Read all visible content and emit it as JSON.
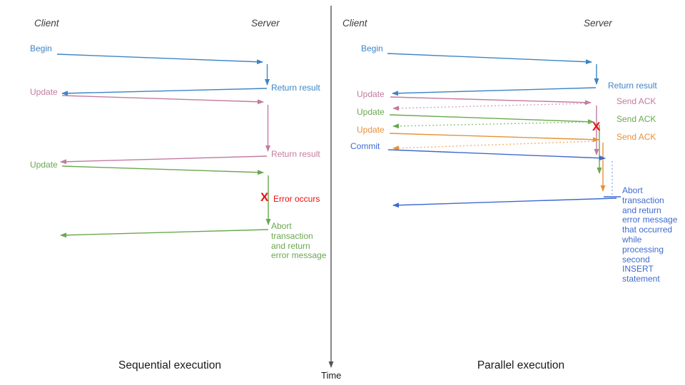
{
  "palette": {
    "blue": "#3d85c6",
    "royal_blue": "#3f6ad1",
    "pink": "#c27ba0",
    "green": "#6aa84f",
    "orange": "#e69138",
    "red": "#ea0e0e",
    "pink_light": "#d5a6bd",
    "green_light": "#93c47d",
    "orange_light": "#f6b26b",
    "blue_light": "#8ab4f0"
  },
  "time_axis": {
    "label": "Time"
  },
  "left": {
    "client_header": "Client",
    "server_header": "Server",
    "begin": "Begin",
    "return_result_1": "Return result",
    "update_1": "Update",
    "return_result_2": "Return result",
    "update_2": "Update",
    "error_mark": "X",
    "error": "Error occurs",
    "abort": "Abort\ntransaction\nand return\nerror message",
    "caption": "Sequential execution"
  },
  "right": {
    "client_header": "Client",
    "server_header": "Server",
    "begin": "Begin",
    "return_result": "Return result",
    "update_1": "Update",
    "send_ack_1": "Send ACK",
    "update_2": "Update",
    "send_ack_2": "Send ACK",
    "update_3": "Update",
    "send_ack_3": "Send ACK",
    "commit": "Commit",
    "error_mark": "X",
    "abort": "Abort\ntransaction\nand return\nerror message\nthat occurred\nwhile\nprocessing\nsecond\nINSERT\nstatement",
    "caption": "Parallel execution"
  }
}
